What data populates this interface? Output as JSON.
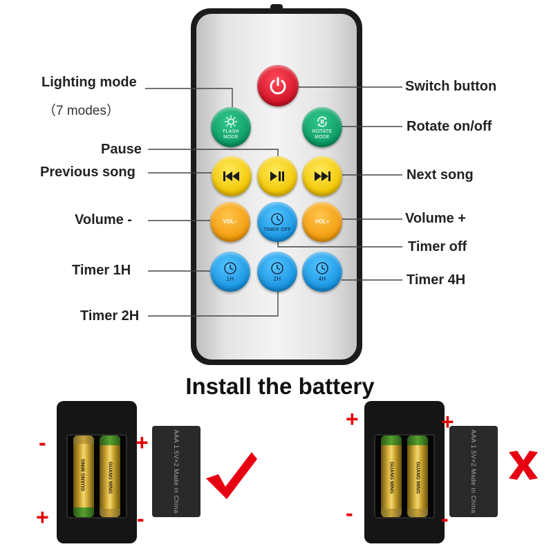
{
  "remote": {
    "buttons": {
      "power": {
        "icon": "power-icon"
      },
      "flash_mode": {
        "icon": "sun-icon",
        "caption_line1": "FLASH",
        "caption_line2": "MODE"
      },
      "rotate_mode": {
        "icon": "rotate-pause-icon",
        "caption_line1": "ROTATE",
        "caption_line2": "MODE"
      },
      "previous": {
        "icon": "previous-track-icon"
      },
      "play_pause": {
        "icon": "play-pause-icon"
      },
      "next": {
        "icon": "next-track-icon"
      },
      "vol_minus": {
        "caption": "VOL−"
      },
      "timer_off": {
        "icon": "clock-icon",
        "caption": "TIMER OFF"
      },
      "vol_plus": {
        "caption": "VOL+"
      },
      "timer_1h": {
        "icon": "clock-icon",
        "caption": "1H"
      },
      "timer_2h": {
        "icon": "clock-icon",
        "caption": "2H"
      },
      "timer_4h": {
        "icon": "clock-icon",
        "caption": "4H"
      }
    }
  },
  "labels": {
    "lighting_mode": "Lighting mode",
    "seven_modes": "（7 modes）",
    "switch_button": "Switch button",
    "rotate": "Rotate on/off",
    "pause": "Pause",
    "previous_song": "Previous song",
    "next_song": "Next song",
    "volume_minus": "Volume -",
    "volume_plus": "Volume +",
    "timer_off": "Timer off",
    "timer_1h": "Timer 1H",
    "timer_4h": "Timer 4H",
    "timer_2h": "Timer 2H"
  },
  "battery_section": {
    "heading": "Install the battery",
    "correct": {
      "signs": [
        "-",
        "+",
        "+",
        "-"
      ],
      "battery_text": "GUANG MING",
      "cover_text": "AAA 1.5V×2  Made in China",
      "mark": "check-icon"
    },
    "wrong": {
      "signs": [
        "+",
        "+",
        "-",
        "-"
      ],
      "battery_text": "GUANG MING",
      "cover_text": "AAA 1.5V×2  Made in China",
      "mark": "cross-icon"
    }
  },
  "colors": {
    "power": "#d01226",
    "mode": "#0b9a63",
    "media": "#f2c500",
    "volume": "#f29a0a",
    "timer": "#1592e0",
    "sign": "#e00000"
  }
}
